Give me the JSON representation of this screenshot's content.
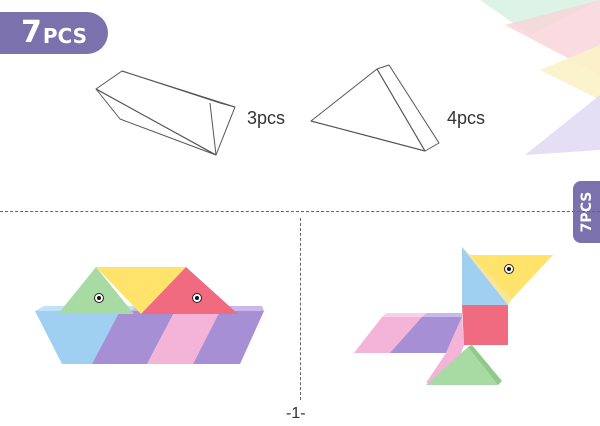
{
  "badge": {
    "number": "7",
    "unit": "PCS"
  },
  "side_tab": {
    "label": "7PCS"
  },
  "pieces": [
    {
      "shape": "parallelogram-block",
      "quantity": "3pcs"
    },
    {
      "shape": "triangle-block",
      "quantity": "4pcs"
    }
  ],
  "page_number": "-1-",
  "colors": {
    "brand_purple": "#7b72ad",
    "pastel_yellow": "#ffe36b",
    "pastel_green": "#a7dba3",
    "pastel_red": "#f06b7f",
    "pastel_blue": "#9fd0f2",
    "pastel_purple": "#a78fd6",
    "pastel_pink": "#f4b4d8"
  }
}
